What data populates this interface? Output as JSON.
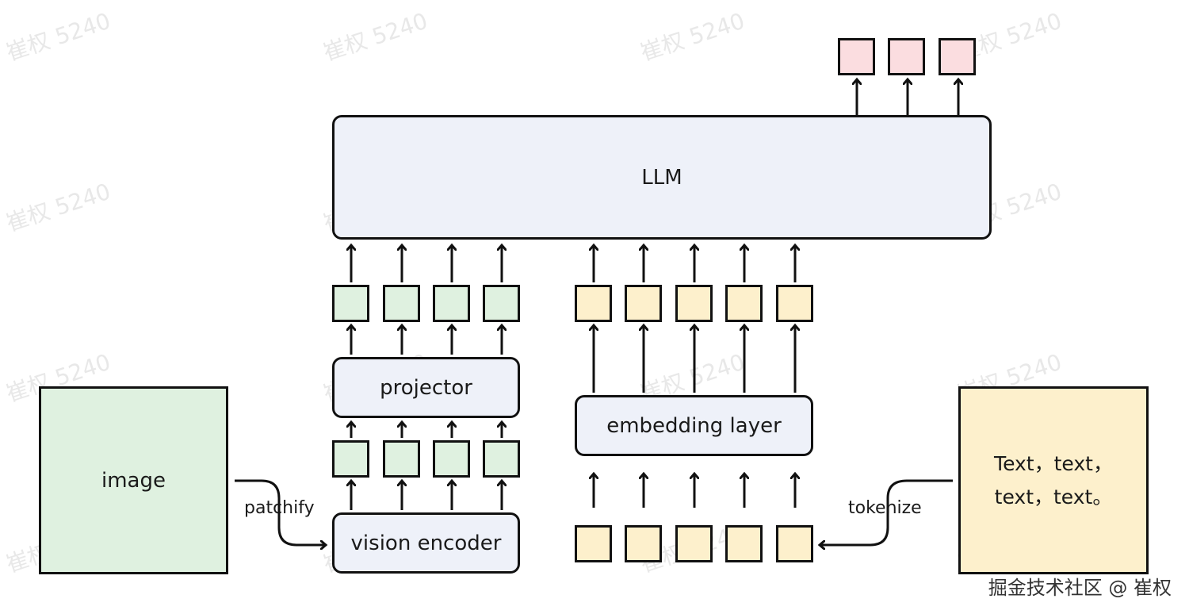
{
  "llm": {
    "label": "LLM"
  },
  "projector": {
    "label": "projector"
  },
  "vision_encoder": {
    "label": "vision encoder"
  },
  "embedding_layer": {
    "label": "embedding layer"
  },
  "image": {
    "label": "image"
  },
  "text_input": {
    "line1": "Text，text，",
    "line2": "text，text。"
  },
  "edges": {
    "patchify": "patchify",
    "tokenize": "tokenize"
  },
  "watermark": "崔权 5240",
  "footer": "掘金技术社区 @ 崔权",
  "colors": {
    "llm_fill": "#eef1f9",
    "image_token": "#dff1e0",
    "text_token": "#fdf0cc",
    "output_token": "#fbdde0",
    "stroke": "#111111"
  }
}
